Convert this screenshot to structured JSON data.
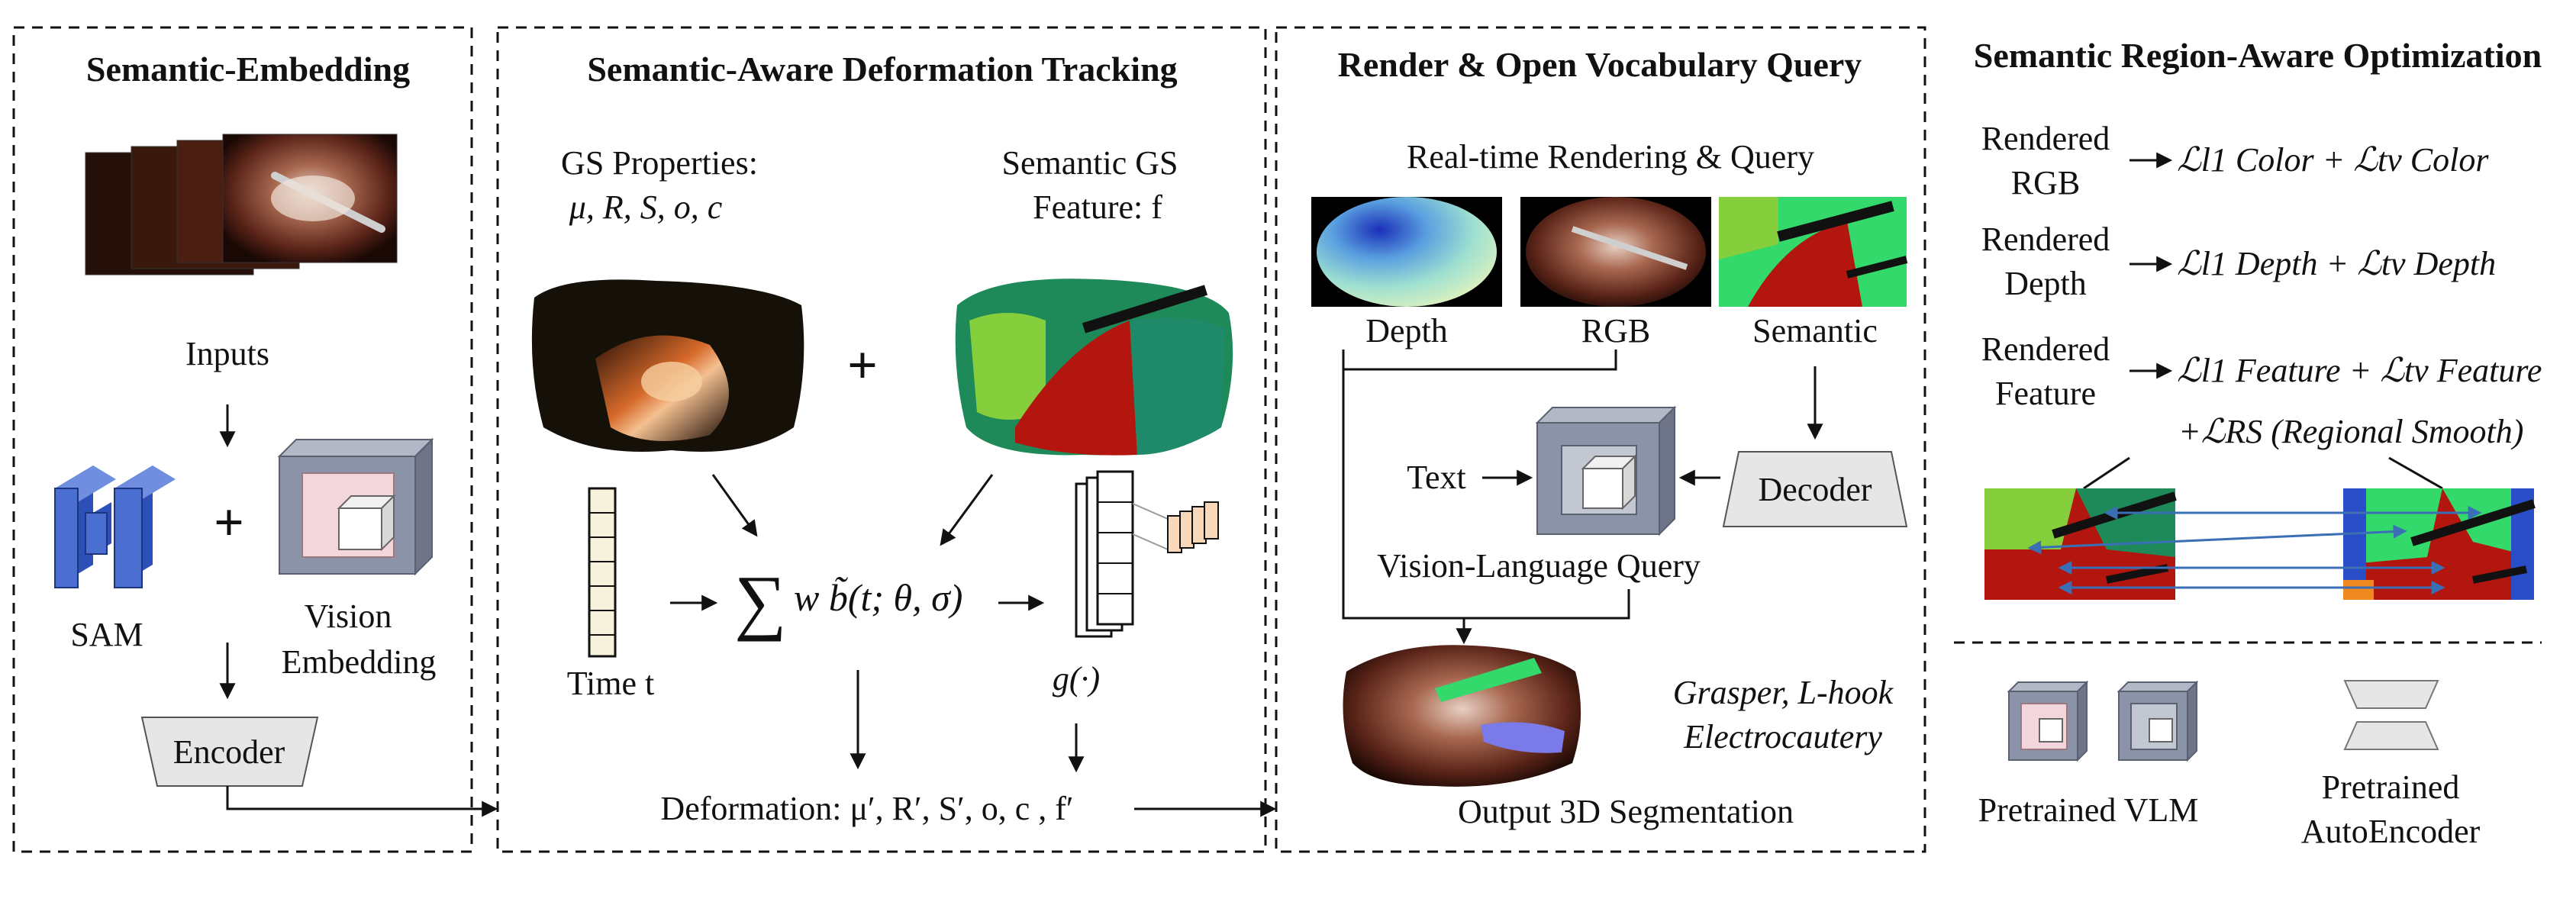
{
  "panels": {
    "embedding": {
      "title": "Semantic-Embedding",
      "inputs": "Inputs",
      "sam": "SAM",
      "vision_line1": "Vision",
      "vision_line2": "Embedding",
      "encoder": "Encoder"
    },
    "tracking": {
      "title": "Semantic-Aware Deformation Tracking",
      "gs_props_line1": "GS Properties:",
      "gs_props_line2": "μ, R, S, o, c",
      "sem_gs_line1": "Semantic GS",
      "sem_gs_line2": "Feature: f",
      "plus": "+",
      "sum_symbol": "∑",
      "sum_formula": "w b̃(t; θ, σ)",
      "time": "Time t",
      "g_fn": "g(·)",
      "deformation": "Deformation: μ′, R′, S′, o, c , f′"
    },
    "render": {
      "title": "Render & Open Vocabulary Query",
      "subtitle": "Real-time Rendering & Query",
      "depth": "Depth",
      "rgb": "RGB",
      "semantic": "Semantic",
      "text": "Text",
      "decoder": "Decoder",
      "vlq": "Vision-Language Query",
      "classes_line1": "Grasper, L-hook",
      "classes_line2": "Electrocautery",
      "output": "Output 3D Segmentation"
    },
    "optimization": {
      "title": "Semantic Region-Aware Optimization",
      "rgb_line1": "Rendered",
      "rgb_line2": "RGB",
      "rgb_loss": "ℒl1 Color + ℒtv Color",
      "depth_line1": "Rendered",
      "depth_line2": "Depth",
      "depth_loss": "ℒl1 Depth + ℒtv Depth",
      "feat_line1": "Rendered",
      "feat_line2": "Feature",
      "feat_loss": "ℒl1 Feature + ℒtv Feature",
      "rs_loss": "+ℒRS (Regional Smooth)"
    }
  },
  "legend": {
    "vlm": "Pretrained VLM",
    "ae_line1": "Pretrained",
    "ae_line2": "AutoEncoder"
  },
  "colors": {
    "vlm_blue": "#8a93a8",
    "cube_pink": "#f2d6dc",
    "autoencoder_gray": "#e6e6e6",
    "sam_blue": "#4a6fd1",
    "organ_red": "#b3160e",
    "semantic_green": "#33d96a",
    "feature_lime": "#86cf3c",
    "arrow_blue": "#3a6fb5"
  }
}
